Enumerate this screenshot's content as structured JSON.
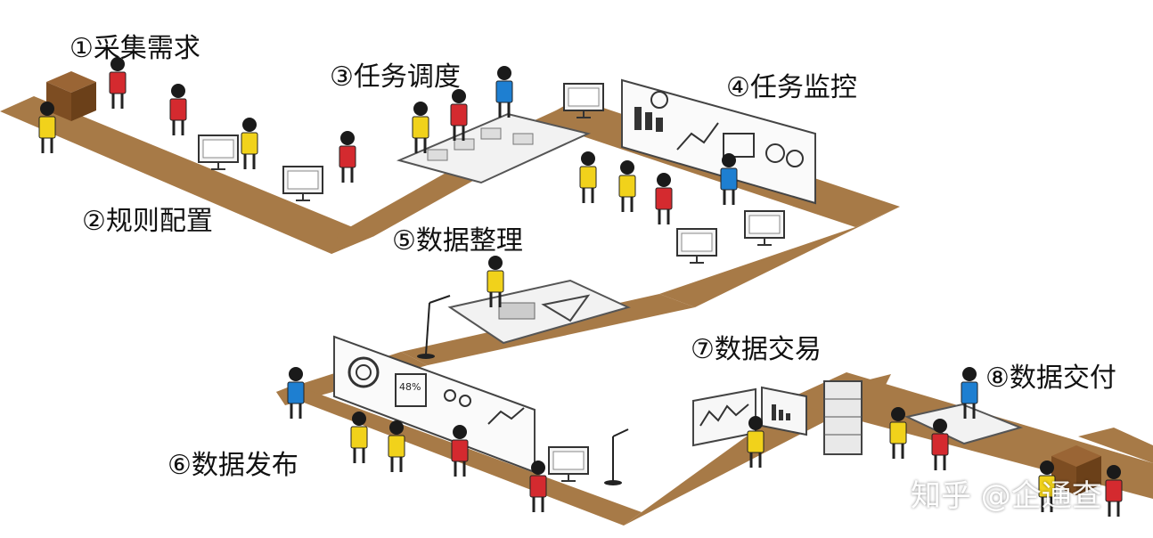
{
  "steps": [
    {
      "label": "①采集需求"
    },
    {
      "label": "②规则配置"
    },
    {
      "label": "③任务调度"
    },
    {
      "label": "④任务监控"
    },
    {
      "label": "⑤数据整理"
    },
    {
      "label": "⑥数据发布"
    },
    {
      "label": "⑦数据交易"
    },
    {
      "label": "⑧数据交付"
    }
  ],
  "screen_text": {
    "percent": "48%"
  },
  "watermark": "知乎 @企通查",
  "colors": {
    "floor": "#a77a47",
    "box": "#8b5a2b",
    "yellow": "#f1d21b",
    "red": "#d42a2f",
    "blue": "#1e7fd1",
    "ink": "#1a1a1a"
  }
}
